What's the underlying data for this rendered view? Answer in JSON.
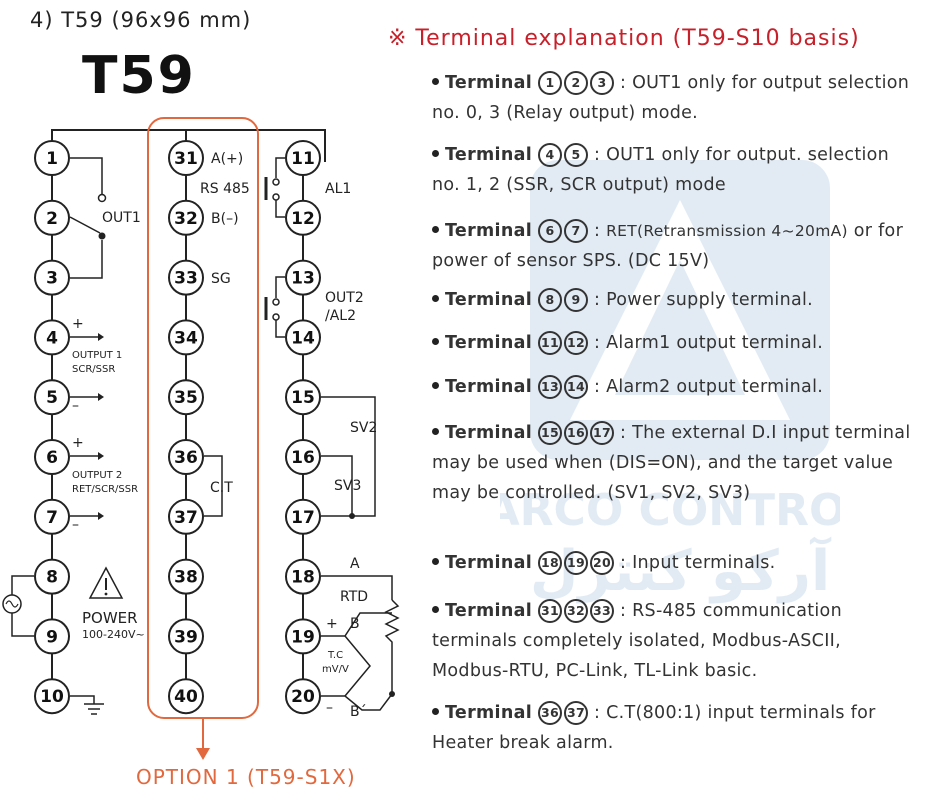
{
  "heading": "4) T59 (96x96 mm)",
  "model": "T59",
  "explanation_title": "※ Terminal explanation (T59-S10 basis)",
  "option_label": "OPTION 1 (T59-S1X)",
  "watermark": {
    "latin": "ARCO CONTROL",
    "arabic": "آرکو کنترل"
  },
  "terminals": {
    "left": [
      "1",
      "2",
      "3",
      "4",
      "5",
      "6",
      "7",
      "8",
      "9",
      "10"
    ],
    "middle": [
      "31",
      "32",
      "33",
      "34",
      "35",
      "36",
      "37",
      "38",
      "39",
      "40"
    ],
    "right": [
      "11",
      "12",
      "13",
      "14",
      "15",
      "16",
      "17",
      "18",
      "19",
      "20"
    ]
  },
  "labels": {
    "out1": "OUT1",
    "output1_line1": "OUTPUT 1",
    "output1_line2": "SCR/SSR",
    "output2_line1": "OUTPUT 2",
    "output2_line2": "RET/SCR/SSR",
    "power": "POWER",
    "power_range": "100-240V~",
    "a_plus": "A(+)",
    "rs485": "RS 485",
    "b_minus": "B(–)",
    "sg": "SG",
    "ct": "C.T",
    "al1": "AL1",
    "out2": "OUT2",
    "al2": "/AL2",
    "sv2": "SV2",
    "sv3": "SV3",
    "rtd": "RTD",
    "a": "A",
    "b": "B",
    "b_prime": "B´",
    "tc": "T.C",
    "mvv": "mV/V",
    "plus": "+",
    "minus": "–"
  },
  "items": [
    {
      "word": "Terminal",
      "nums": [
        "1",
        "2",
        "3"
      ],
      "text": ": OUT1 only for output selection no. 0, 3 (Relay output) mode."
    },
    {
      "word": "Terminal",
      "nums": [
        "4",
        "5"
      ],
      "text": ": OUT1 only for output. selection no. 1, 2 (SSR, SCR output) mode"
    },
    {
      "word": "Terminal",
      "nums": [
        "6",
        "7"
      ],
      "text": ":",
      "text_narrow": "RET(Retransmission 4~20mA)",
      "text_after": "or for power of sensor SPS. (DC 15V)"
    },
    {
      "word": "Terminal",
      "nums": [
        "8",
        "9"
      ],
      "text": ": Power supply terminal."
    },
    {
      "word": "Terminal",
      "nums": [
        "11",
        "12"
      ],
      "text": ": Alarm1 output terminal."
    },
    {
      "word": "Terminal",
      "nums": [
        "13",
        "14"
      ],
      "text": ": Alarm2 output terminal."
    },
    {
      "word": "Terminal",
      "nums": [
        "15",
        "16",
        "17"
      ],
      "text": ": The external D.I input terminal may be used when (DIS=ON), and the target value may be controlled. (SV1, SV2, SV3)"
    },
    {
      "word": "Terminal",
      "nums": [
        "18",
        "19",
        "20"
      ],
      "text": ": Input terminals."
    },
    {
      "word": "Terminal",
      "nums": [
        "31",
        "32",
        "33"
      ],
      "text": ": RS-485 communication terminals completely isolated, Modbus-ASCII, Modbus-RTU, PC-Link, TL-Link basic."
    },
    {
      "word": "Terminal",
      "nums": [
        "36",
        "37"
      ],
      "text": ": C.T(800:1) input terminals for Heater break alarm."
    }
  ]
}
